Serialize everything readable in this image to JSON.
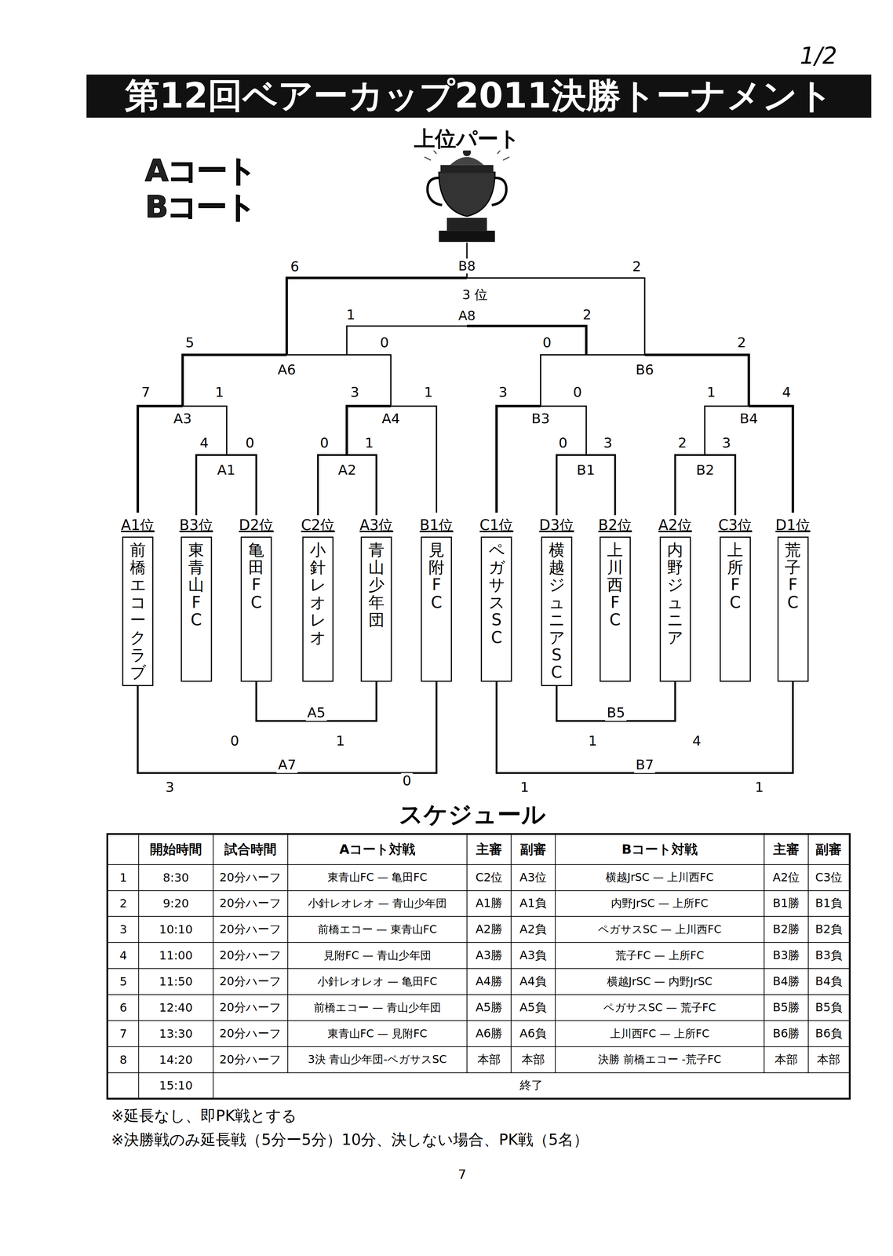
{
  "diagram": {
    "title": "第12回ベアーカップ2011決勝トーナメント",
    "nodes": [
      {
        "text": [
          "A1位",
          "前橋エコークラブ"
        ]
      },
      {
        "text": [
          "B3位",
          "東青山FC"
        ]
      },
      {
        "text": [
          "D2位",
          "亀田FC"
        ]
      },
      {
        "text": [
          "C2位",
          "小針レオレオ"
        ]
      },
      {
        "text": [
          "A3位",
          "青山少年団"
        ]
      },
      {
        "text": [
          "B1位",
          "見附FC"
        ]
      },
      {
        "text": [
          "C1位",
          "ペガサスSC"
        ]
      },
      {
        "text": [
          "D3位",
          "横越ジュニアSC"
        ]
      },
      {
        "text": [
          "B2位",
          "上川西FC"
        ]
      },
      {
        "text": [
          "A2位",
          "内野ジュニア"
        ]
      },
      {
        "text": [
          "C3位",
          "上所FC"
        ]
      },
      {
        "text": [
          "D1位",
          "荒子FC"
        ]
      }
    ],
    "edges": [
      {
        "from": 1,
        "to": 2,
        "label": "A1",
        "arrow": "none"
      },
      {
        "from": 3,
        "to": 4,
        "label": "A2",
        "arrow": "none"
      },
      {
        "from": 7,
        "to": 8,
        "label": "B1",
        "arrow": "none"
      },
      {
        "from": 9,
        "to": 10,
        "label": "B2",
        "arrow": "none"
      },
      {
        "from": 2,
        "to": 4,
        "label": "A5",
        "arrow": "none"
      },
      {
        "from": 0,
        "to": 5,
        "label": "A7",
        "arrow": "none"
      },
      {
        "from": 7,
        "to": 9,
        "label": "B5",
        "arrow": "none"
      },
      {
        "from": 6,
        "to": 11,
        "label": "B7",
        "arrow": "none"
      }
    ],
    "labels": [
      "1/2",
      "上位パート",
      "Aコート",
      "Bコート",
      "B8",
      "6",
      "2",
      "3 位",
      "A8",
      "1",
      "2",
      "5",
      "0",
      "A6",
      "0",
      "2",
      "B6",
      "7",
      "1",
      "A3",
      "3",
      "1",
      "A4",
      "3",
      "0",
      "B3",
      "1",
      "4",
      "B4",
      "4",
      "0",
      "0",
      "1",
      "0",
      "3",
      "2",
      "3",
      "0",
      "1",
      "1",
      "4",
      "3",
      "0",
      "1",
      "1",
      "スケジュール",
      "開始時間",
      "試合時間",
      "Aコート対戦",
      "主審",
      "副審",
      "Bコート対戦",
      "主審",
      "副審",
      "1",
      "8:30",
      "20分ハーフ",
      "東青山FC — 亀田FC",
      "C2位",
      "A3位",
      "横越JrSC — 上川西FC",
      "A2位",
      "C3位",
      "2",
      "9:20",
      "20分ハーフ",
      "小針レオレオ — 青山少年団",
      "A1勝",
      "A1負",
      "内野JrSC — 上所FC",
      "B1勝",
      "B1負",
      "3",
      "10:10",
      "20分ハーフ",
      "前橋エコー — 東青山FC",
      "A2勝",
      "A2負",
      "ペガサスSC — 上川西FC",
      "B2勝",
      "B2負",
      "4",
      "11:00",
      "20分ハーフ",
      "見附FC — 青山少年団",
      "A3勝",
      "A3負",
      "荒子FC — 上所FC",
      "B3勝",
      "B3負",
      "5",
      "11:50",
      "20分ハーフ",
      "小針レオレオ — 亀田FC",
      "A4勝",
      "A4負",
      "横越JrSC — 内野JrSC",
      "B4勝",
      "B4負",
      "6",
      "12:40",
      "20分ハーフ",
      "前橋エコー — 青山少年団",
      "A5勝",
      "A5負",
      "ペガサスSC — 荒子FC",
      "B5勝",
      "B5負",
      "7",
      "13:30",
      "20分ハーフ",
      "東青山FC — 見附FC",
      "A6勝",
      "A6負",
      "上川西FC — 上所FC",
      "B6勝",
      "B6負",
      "8",
      "14:20",
      "20分ハーフ",
      "3決 青山少年団-ペガサスSC",
      "本部",
      "本部",
      "決勝 前橋エコー -荒子FC",
      "本部",
      "本部",
      "15:10",
      "終了",
      "※延長なし、即PK戦とする",
      "※決勝戦のみ延長戦（5分ー5分）10分、決しない場合、PK戦（5名）",
      "7"
    ]
  }
}
